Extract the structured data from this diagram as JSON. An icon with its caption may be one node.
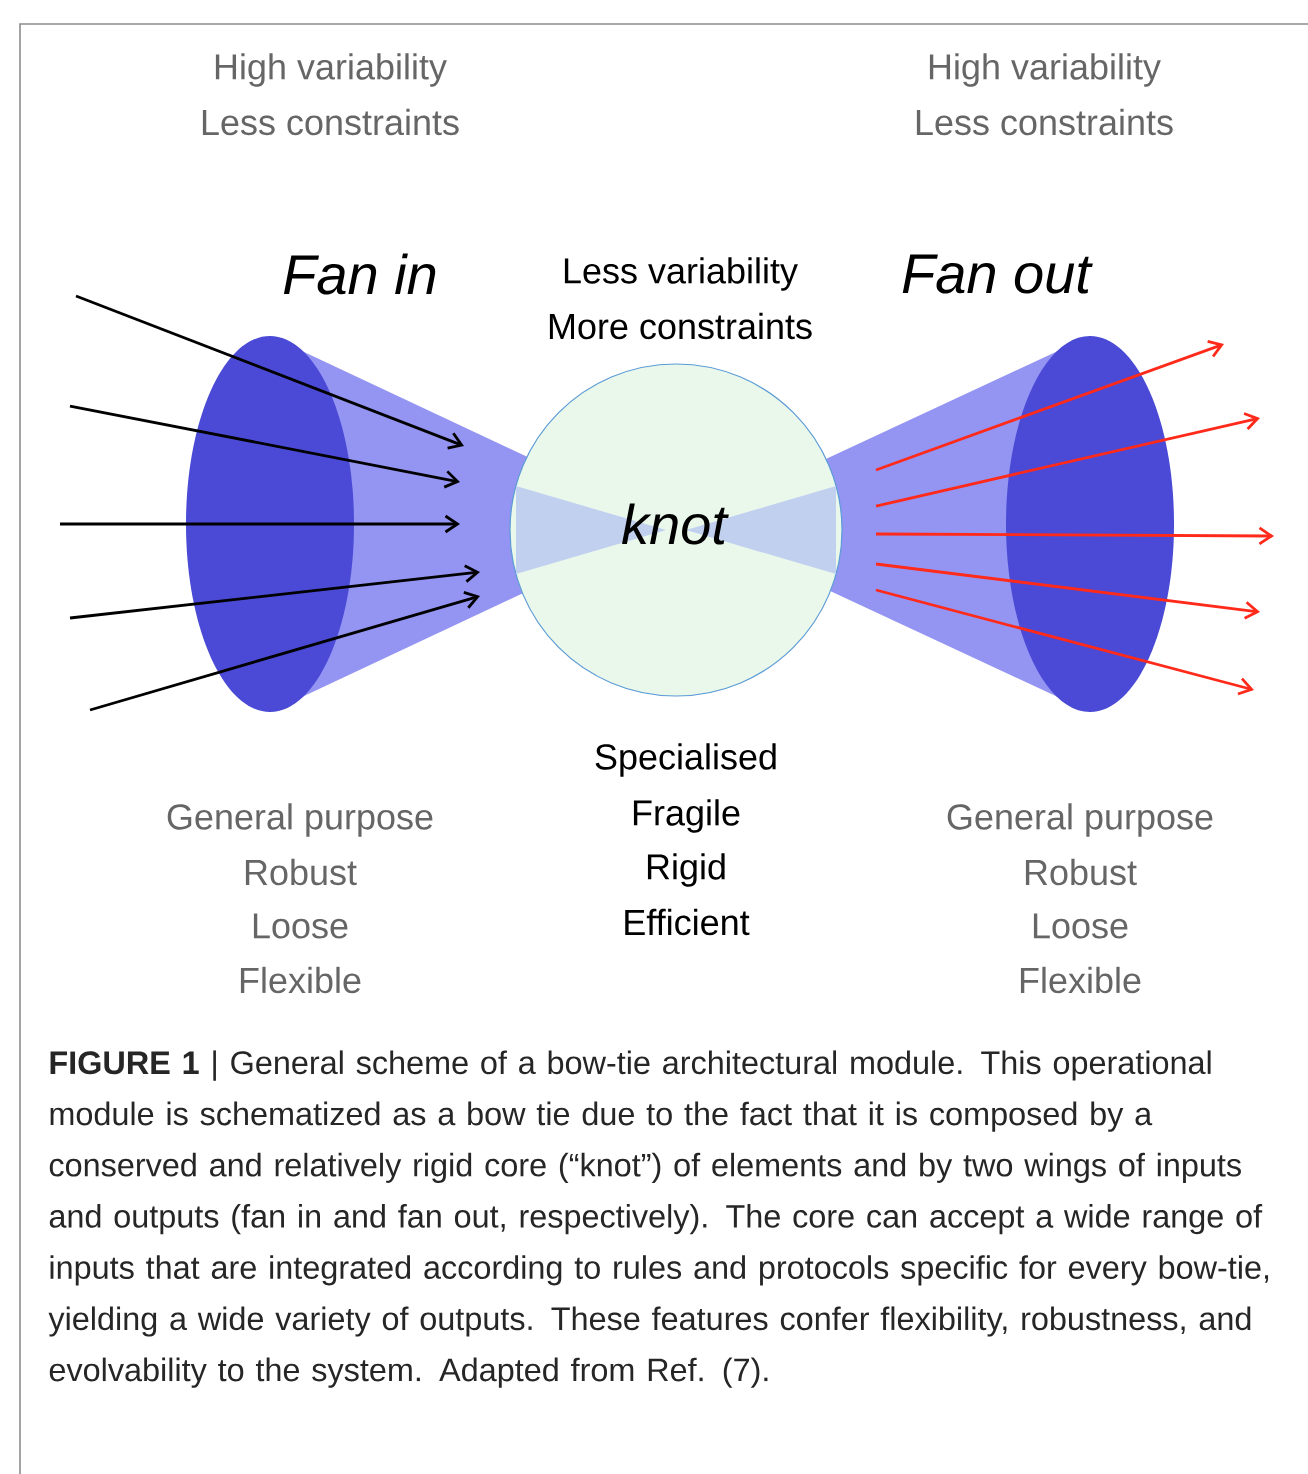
{
  "diagram": {
    "caption": "**FIGURE 1** | General scheme of a bow-tie architectural module. This operational module is schematized as a bow tie due to the fact that it is composed by a conserved and relatively rigid core (“knot”) of elements and by two wings of inputs and outputs (fan in and fan out, respectively). The core can accept a wide range of inputs that are integrated according to rules and protocols specific for every bow-tie, yielding a wide variety of outputs. These features confer flexibility, robustness, and evolvability to the system. Adapted from Ref. (7).",
    "nodes": [
      {
        "text": [
          "Fan in"
        ],
        "beside": [
          "High variability",
          "Less constraints",
          "General purpose",
          "Robust",
          "Loose",
          "Flexible"
        ]
      },
      {
        "text": [
          "knot"
        ],
        "beside": [
          "Less variability",
          "More constraints",
          "Specialised",
          "Fragile",
          "Rigid",
          "Efficient"
        ]
      },
      {
        "text": [
          "Fan out"
        ],
        "beside": [
          "High variability",
          "Less constraints",
          "General purpose",
          "Robust",
          "Loose",
          "Flexible"
        ]
      }
    ],
    "edges": [
      {
        "from": null,
        "to": 0,
        "arrow": "to"
      },
      {
        "from": null,
        "to": 0,
        "arrow": "to"
      },
      {
        "from": null,
        "to": 0,
        "arrow": "to"
      },
      {
        "from": null,
        "to": 0,
        "arrow": "to"
      },
      {
        "from": null,
        "to": 0,
        "arrow": "to"
      },
      {
        "from": 2,
        "to": null,
        "arrow": "to",
        "color": "#ff2a1a"
      },
      {
        "from": 2,
        "to": null,
        "arrow": "to",
        "color": "#ff2a1a"
      },
      {
        "from": 2,
        "to": null,
        "arrow": "to",
        "color": "#ff2a1a"
      },
      {
        "from": 2,
        "to": null,
        "arrow": "to",
        "color": "#ff2a1a"
      },
      {
        "from": 2,
        "to": null,
        "arrow": "to",
        "color": "#ff2a1a"
      }
    ]
  }
}
